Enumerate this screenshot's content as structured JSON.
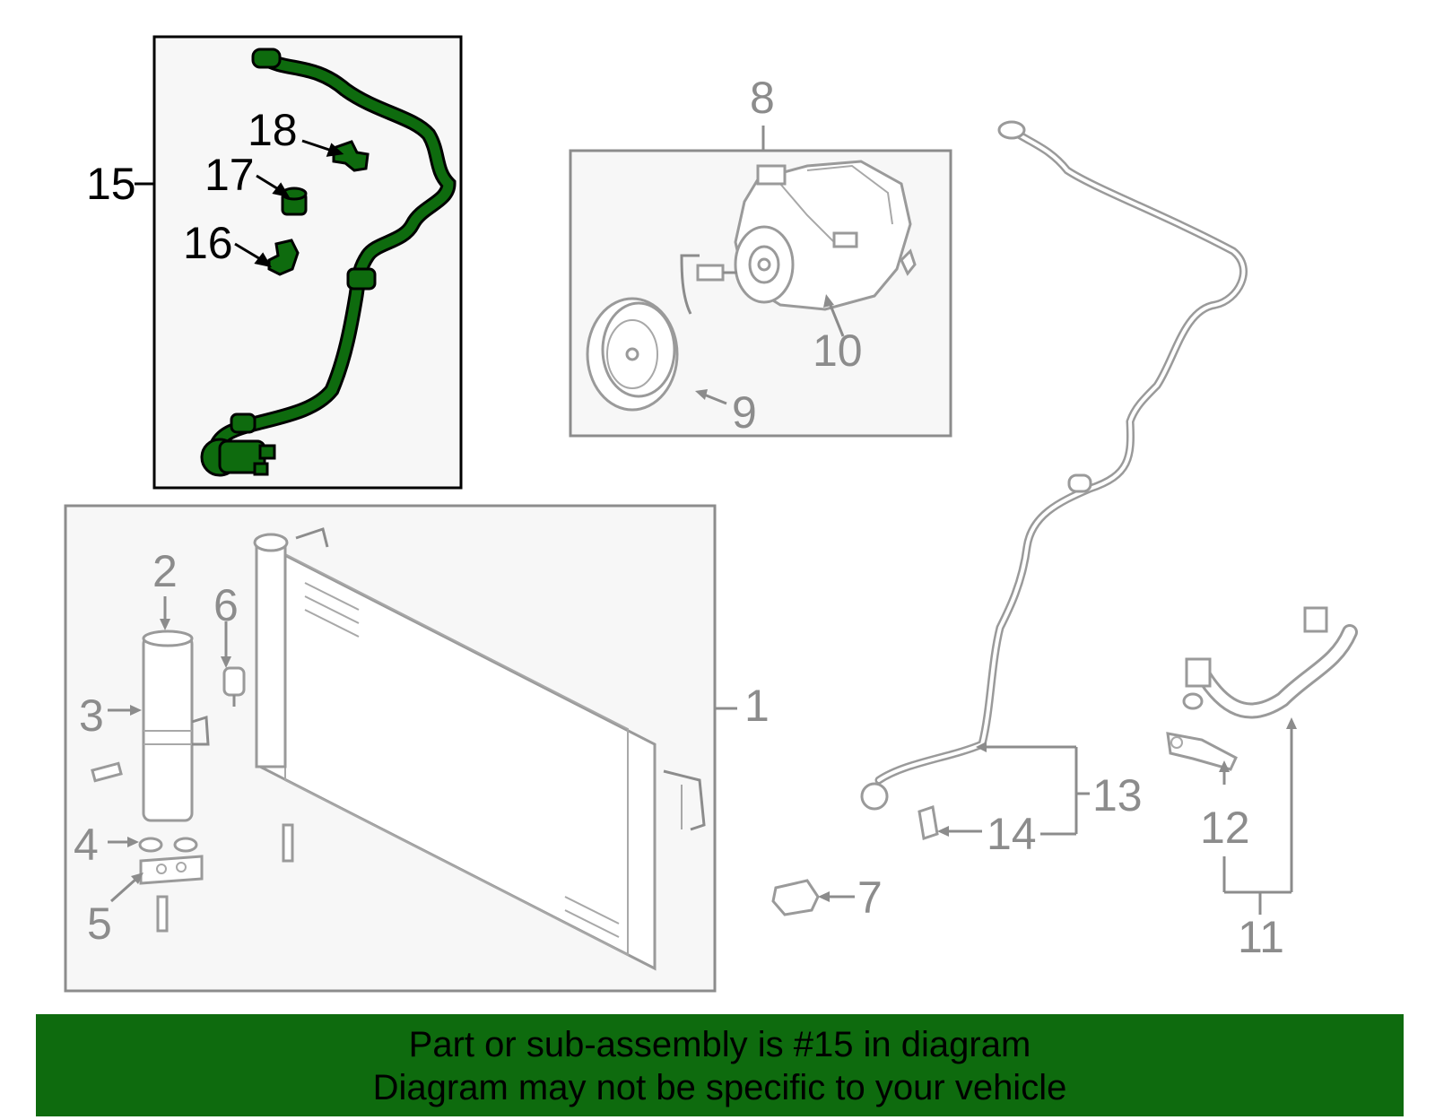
{
  "callouts": {
    "c1": "1",
    "c2": "2",
    "c3": "3",
    "c4": "4",
    "c5": "5",
    "c6": "6",
    "c7": "7",
    "c8": "8",
    "c9": "9",
    "c10": "10",
    "c11": "11",
    "c12": "12",
    "c13": "13",
    "c14": "14",
    "c15": "15",
    "c16": "16",
    "c17": "17",
    "c18": "18"
  },
  "banner": {
    "line1": "Part or sub-assembly is #15 in diagram",
    "line2": "Diagram may not be specific to your vehicle"
  },
  "colors": {
    "highlight": "#0e6b0e",
    "parts_gray": "#9a9a9a",
    "box_fill": "#f7f7f7"
  }
}
